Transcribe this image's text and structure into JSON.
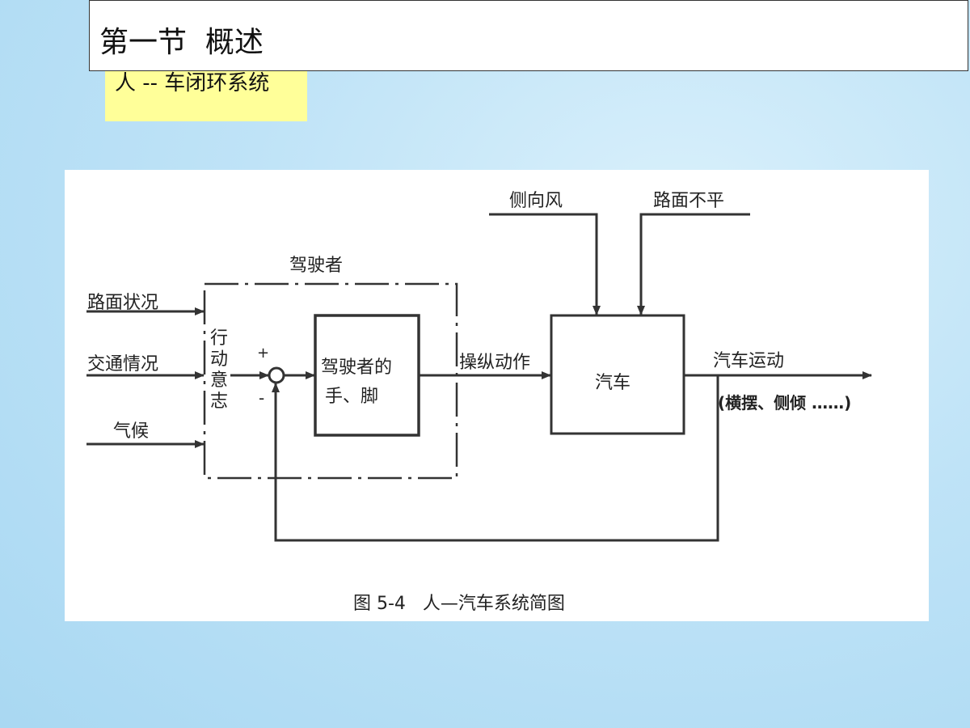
{
  "slide": {
    "title": "第一节  概述",
    "note": "人 -- 车闭环系统"
  },
  "diagram": {
    "caption": "图 5-4   人—汽车系统简图",
    "driver_label": "驾驶者",
    "inputs": [
      "路面状况",
      "交通情况",
      "气候"
    ],
    "intent_label": "行动意志",
    "plus_sign": "+",
    "minus_sign": "-",
    "hands_feet_line1": "驾驶者的",
    "hands_feet_line2": "手、脚",
    "control_action": "操纵动作",
    "car_label": "汽车",
    "disturbance_1": "侧向风",
    "disturbance_2": "路面不平",
    "output_label": "汽车运动",
    "output_detail": "(横摆、侧倾  ……)"
  }
}
